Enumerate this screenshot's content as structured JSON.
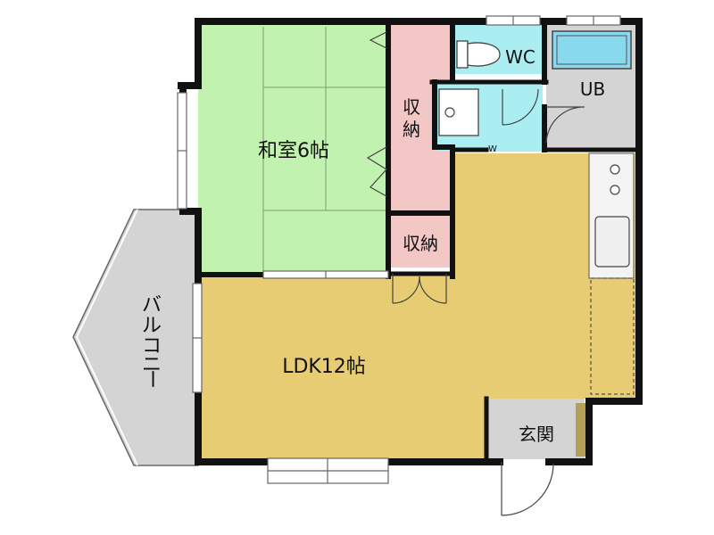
{
  "floorplan": {
    "rooms": {
      "washitsu": "和室6帖",
      "ldk": "LDK12帖",
      "storage_top_line1": "収",
      "storage_top_line2": "納",
      "storage_small": "収納",
      "wc": "WC",
      "ub": "UB",
      "entrance": "玄関",
      "balcony_chars": [
        "バ",
        "ル",
        "コ",
        "ニ",
        "ー"
      ],
      "washer": "W"
    },
    "colors": {
      "wall": "#111111",
      "tatami": "#c2f2b0",
      "wood_floor": "#e7cc74",
      "storage": "#f4c7c7",
      "wet_area": "#aaeef2",
      "bath_fill": "#88d8ee",
      "unit_bath": "#d4d4d4",
      "entrance": "#d4d4d4",
      "balcony": "#d4d4d4",
      "shoe_box": "#b6a058"
    }
  }
}
